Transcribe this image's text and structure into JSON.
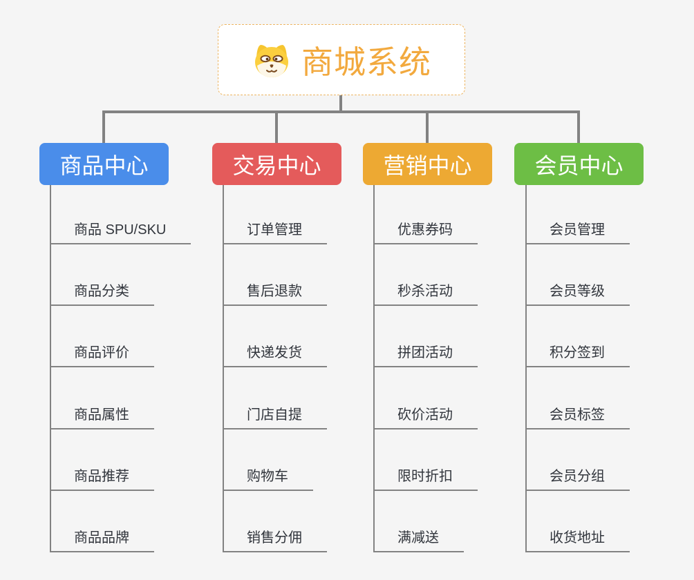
{
  "background": "#f5f5f5",
  "connector_color": "#828282",
  "root": {
    "label": "商城系统",
    "icon": "dog-face",
    "accent_color": "#f2a93e",
    "border_color": "#edb45f"
  },
  "branches": [
    {
      "label": "商品中心",
      "color": "#4a8dea",
      "children": [
        "商品 SPU/SKU",
        "商品分类",
        "商品评价",
        "商品属性",
        "商品推荐",
        "商品品牌"
      ]
    },
    {
      "label": "交易中心",
      "color": "#e45b5b",
      "children": [
        "订单管理",
        "售后退款",
        "快递发货",
        "门店自提",
        "购物车",
        "销售分佣"
      ]
    },
    {
      "label": "营销中心",
      "color": "#eda933",
      "children": [
        "优惠券码",
        "秒杀活动",
        "拼团活动",
        "砍价活动",
        "限时折扣",
        "满减送"
      ]
    },
    {
      "label": "会员中心",
      "color": "#6dbe45",
      "children": [
        "会员管理",
        "会员等级",
        "积分签到",
        "会员标签",
        "会员分组",
        "收货地址"
      ]
    }
  ]
}
